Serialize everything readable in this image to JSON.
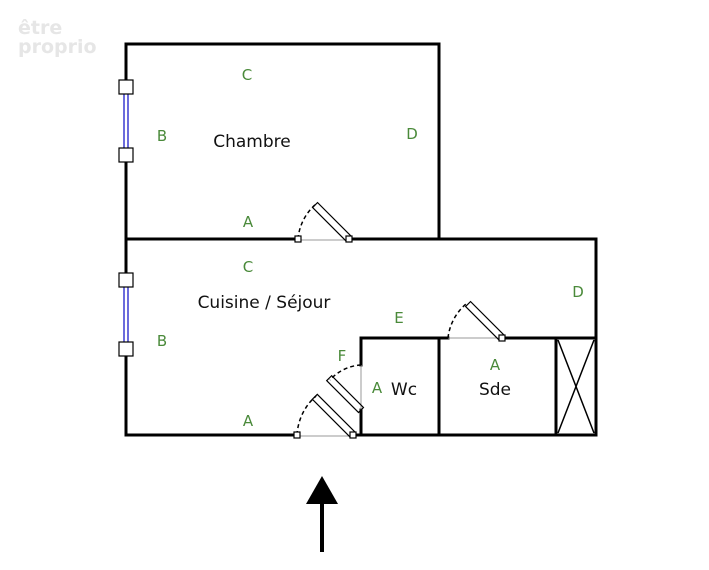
{
  "logo": {
    "line1": "être",
    "line2": "proprio"
  },
  "rooms": {
    "chambre": "Chambre",
    "sejour": "Cuisine / Séjour",
    "wc": "Wc",
    "sde": "Sde"
  },
  "wall_letters": {
    "chambre_c": "C",
    "chambre_b": "B",
    "chambre_d": "D",
    "chambre_a": "A",
    "sejour_c": "C",
    "sejour_b": "B",
    "sejour_d": "D",
    "sejour_e": "E",
    "sejour_f": "F",
    "sejour_a": "A",
    "wc_a": "A",
    "sde_a": "A"
  },
  "colors": {
    "walls": "#000000",
    "wall_letters": "#4a8a3a",
    "window": "#3a3ad0",
    "logo": "#e6e6e6"
  },
  "icons": {
    "entrance": "arrow-up-icon",
    "storage": "x-box-icon"
  }
}
